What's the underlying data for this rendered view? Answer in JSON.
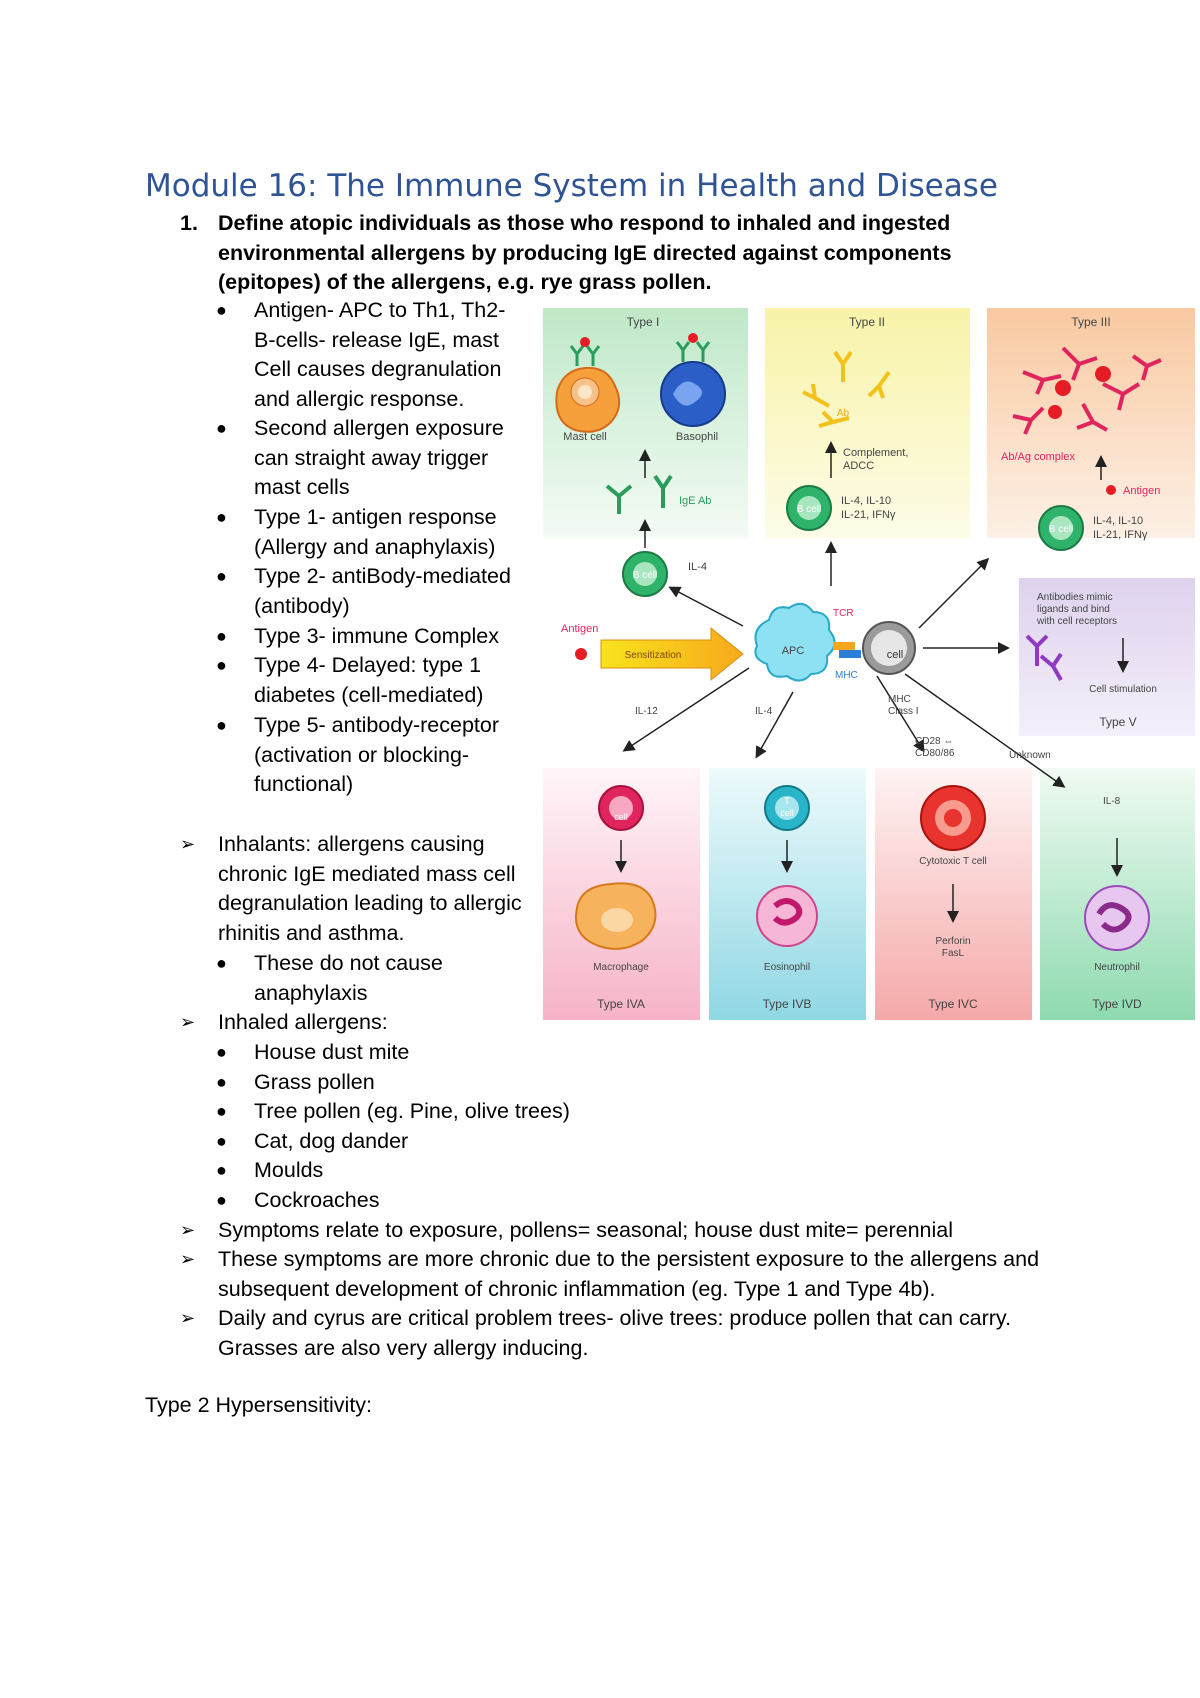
{
  "title": "Module 16: The Immune System in Health and Disease",
  "objective": {
    "number": "1.",
    "text": "Define atopic individuals as those who respond to inhaled and ingested environmental allergens by producing IgE directed against components (epitopes) of the allergens, e.g. rye grass pollen."
  },
  "bullets_a": [
    "Antigen- APC to Th1, Th2- B-cells- release IgE, mast Cell causes degranulation and allergic response.",
    "Second allergen exposure can straight away trigger mast cells",
    "Type 1- antigen response (Allergy and anaphylaxis)",
    "Type 2- antiBody-mediated (antibody)",
    "Type 3- immune Complex",
    "Type 4- Delayed: type 1 diabetes (cell-mediated)",
    "Type 5- antibody-receptor (activation or blocking- functional)"
  ],
  "inhalants": "Inhalants: allergens causing chronic IgE mediated mass cell degranulation leading to allergic rhinitis and asthma.",
  "inhalants_sub": "These do not cause anaphylaxis",
  "inhaled_heading": "Inhaled allergens:",
  "inhaled_list": [
    "House dust mite",
    "Grass pollen",
    "Tree pollen (eg. Pine, olive trees)",
    "Cat, dog dander",
    "Moulds",
    "Cockroaches"
  ],
  "symptoms_1": "Symptoms relate to exposure, pollens= seasonal; house dust mite= perennial",
  "symptoms_2": "These symptoms are more chronic due to the persistent exposure to the allergens and subsequent development of chronic inflammation (eg. Type 1 and Type 4b).",
  "symptoms_3": "Daily and cyrus are critical problem trees- olive trees: produce pollen that can carry. Grasses are also very allergy inducing.",
  "footer_heading": "Type 2 Hypersensitivity:",
  "diagram": {
    "type1": "Type I",
    "type2": "Type II",
    "type3": "Type III",
    "type5": "Type V",
    "type4a": "Type IVA",
    "type4b": "Type IVB",
    "type4c": "Type IVC",
    "type4d": "Type IVD",
    "mast_cell": "Mast cell",
    "basophil": "Basophil",
    "ige_ab": "IgE Ab",
    "b_cell": "B cell",
    "il4": "IL-4",
    "ab": "Ab",
    "complement": "Complement,",
    "adcc": "ADCC",
    "il_ii_1": "IL-4, IL-10",
    "il_ii_2": "IL-21, IFNγ",
    "abag": "Ab/Ag complex",
    "antigen_small": "Antigen",
    "il_iii_1": "IL-4, IL-10",
    "il_iii_2": "IL-21, IFNγ",
    "antigen": "Antigen",
    "sensitization": "Sensitization",
    "apc": "APC",
    "tcr": "TCR",
    "mhc": "MHC",
    "t_cell": "cell",
    "v_text_1": "Antibodies mimic",
    "v_text_2": "ligands and bind",
    "v_text_3": "with cell receptors",
    "cell_stim": "Cell stimulation",
    "il12": "IL-12",
    "il4b": "IL-4",
    "mhc_class_1": "MHC",
    "mhc_class_2": "Class I",
    "cd28_1": "CD28 ⇔",
    "cd28_2": "CD80/86",
    "unknown": "Unknown",
    "il8": "IL-8",
    "th1": "cell",
    "th2_1": "T",
    "th2_2": "cell",
    "macrophage": "Macrophage",
    "eosinophil": "Eosinophil",
    "cytotoxic": "Cytotoxic T cell",
    "perforin_1": "Perforin",
    "perforin_2": "FasL",
    "neutrophil": "Neutrophil"
  }
}
